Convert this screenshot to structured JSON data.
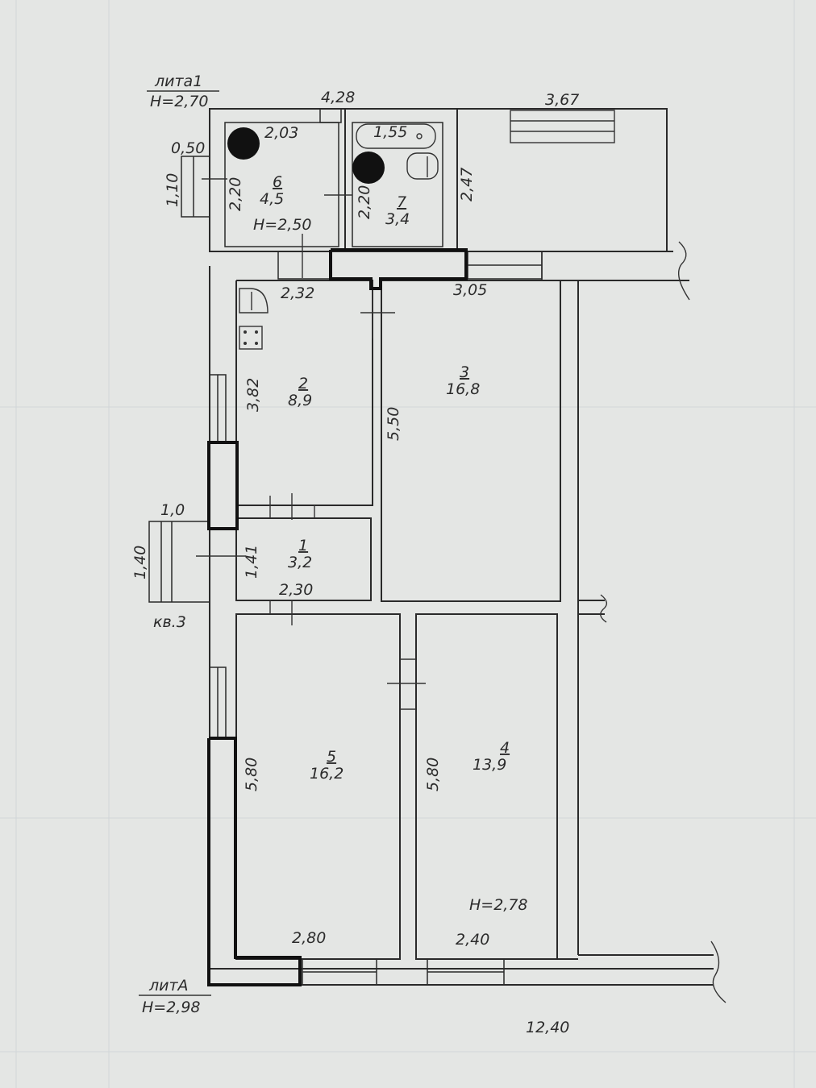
{
  "headers": {
    "lit1_name": "лита1",
    "lit1_height": "H=2,70",
    "litA_name": "литА",
    "litA_height": "H=2,98",
    "apartment": "кв.3"
  },
  "rooms": [
    {
      "id": "1",
      "area": "3,2"
    },
    {
      "id": "2",
      "area": "8,9"
    },
    {
      "id": "3",
      "area": "16,8"
    },
    {
      "id": "4",
      "area": "13,9"
    },
    {
      "id": "5",
      "area": "16,2"
    },
    {
      "id": "6",
      "area": "4,5"
    },
    {
      "id": "7",
      "area": "3,4"
    }
  ],
  "heights": {
    "room6": "H=2,50",
    "room4": "H=2,78"
  },
  "dimensions": {
    "d_4_28": "4,28",
    "d_3_67": "3,67",
    "d_2_03": "2,03",
    "d_1_55": "1,55",
    "d_0_50": "0,50",
    "d_1_10": "1,10",
    "d_2_20_a": "2,20",
    "d_2_20_b": "2,20",
    "d_2_47": "2,47",
    "d_2_32": "2,32",
    "d_3_05": "3,05",
    "d_3_82": "3,82",
    "d_5_50": "5,50",
    "d_1_0": "1,0",
    "d_1_40": "1,40",
    "d_1_41": "1,41",
    "d_2_30": "2,30",
    "d_5_80_a": "5,80",
    "d_5_80_b": "5,80",
    "d_2_80": "2,80",
    "d_2_40": "2,40",
    "d_12_40": "12,40"
  }
}
